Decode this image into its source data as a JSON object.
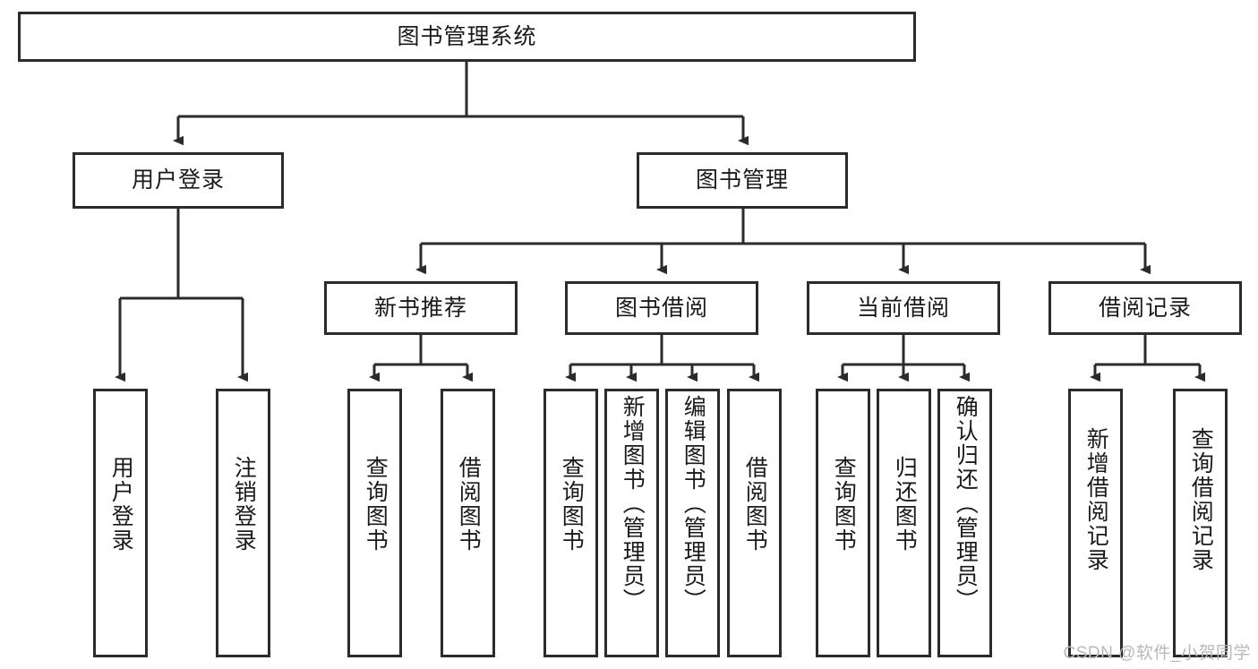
{
  "diagram": {
    "type": "tree-hierarchy-chart",
    "title_box": {
      "label": "图书管理系统"
    },
    "level2": [
      {
        "id": "user-login",
        "label": "用户登录"
      },
      {
        "id": "book-management",
        "label": "图书管理"
      }
    ],
    "level3": [
      {
        "id": "new-book-recommend",
        "label": "新书推荐"
      },
      {
        "id": "book-borrow",
        "label": "图书借阅"
      },
      {
        "id": "current-borrow",
        "label": "当前借阅"
      },
      {
        "id": "borrow-record",
        "label": "借阅记录"
      }
    ],
    "leaves": [
      {
        "id": "leaf-user-login",
        "label": "用户登录",
        "parent": "user-login"
      },
      {
        "id": "leaf-logout-login",
        "label": "注销登录",
        "parent": "user-login"
      },
      {
        "id": "leaf-query-book-1",
        "label": "查询图书",
        "parent": "new-book-recommend"
      },
      {
        "id": "leaf-borrow-book-1",
        "label": "借阅图书",
        "parent": "new-book-recommend"
      },
      {
        "id": "leaf-query-book-2",
        "label": "查询图书",
        "parent": "book-borrow"
      },
      {
        "id": "leaf-add-book",
        "label": "新增图书（管理员）",
        "parent": "book-borrow"
      },
      {
        "id": "leaf-edit-book",
        "label": "编辑图书（管理员）",
        "parent": "book-borrow"
      },
      {
        "id": "leaf-borrow-book-2",
        "label": "借阅图书",
        "parent": "book-borrow"
      },
      {
        "id": "leaf-query-book-3",
        "label": "查询图书",
        "parent": "current-borrow"
      },
      {
        "id": "leaf-return-book",
        "label": "归还图书",
        "parent": "current-borrow"
      },
      {
        "id": "leaf-confirm-return",
        "label": "确认归还（管理员）",
        "parent": "current-borrow"
      },
      {
        "id": "leaf-add-record",
        "label": "新增借阅记录",
        "parent": "borrow-record"
      },
      {
        "id": "leaf-query-record",
        "label": "查询借阅记录",
        "parent": "borrow-record"
      }
    ],
    "watermark": "CSDN @软件_小贺同学",
    "colors": {
      "stroke": "#2b2b2b",
      "background": "#ffffff",
      "text": "#1a1a1a",
      "watermark": "#b9b9b9"
    }
  }
}
